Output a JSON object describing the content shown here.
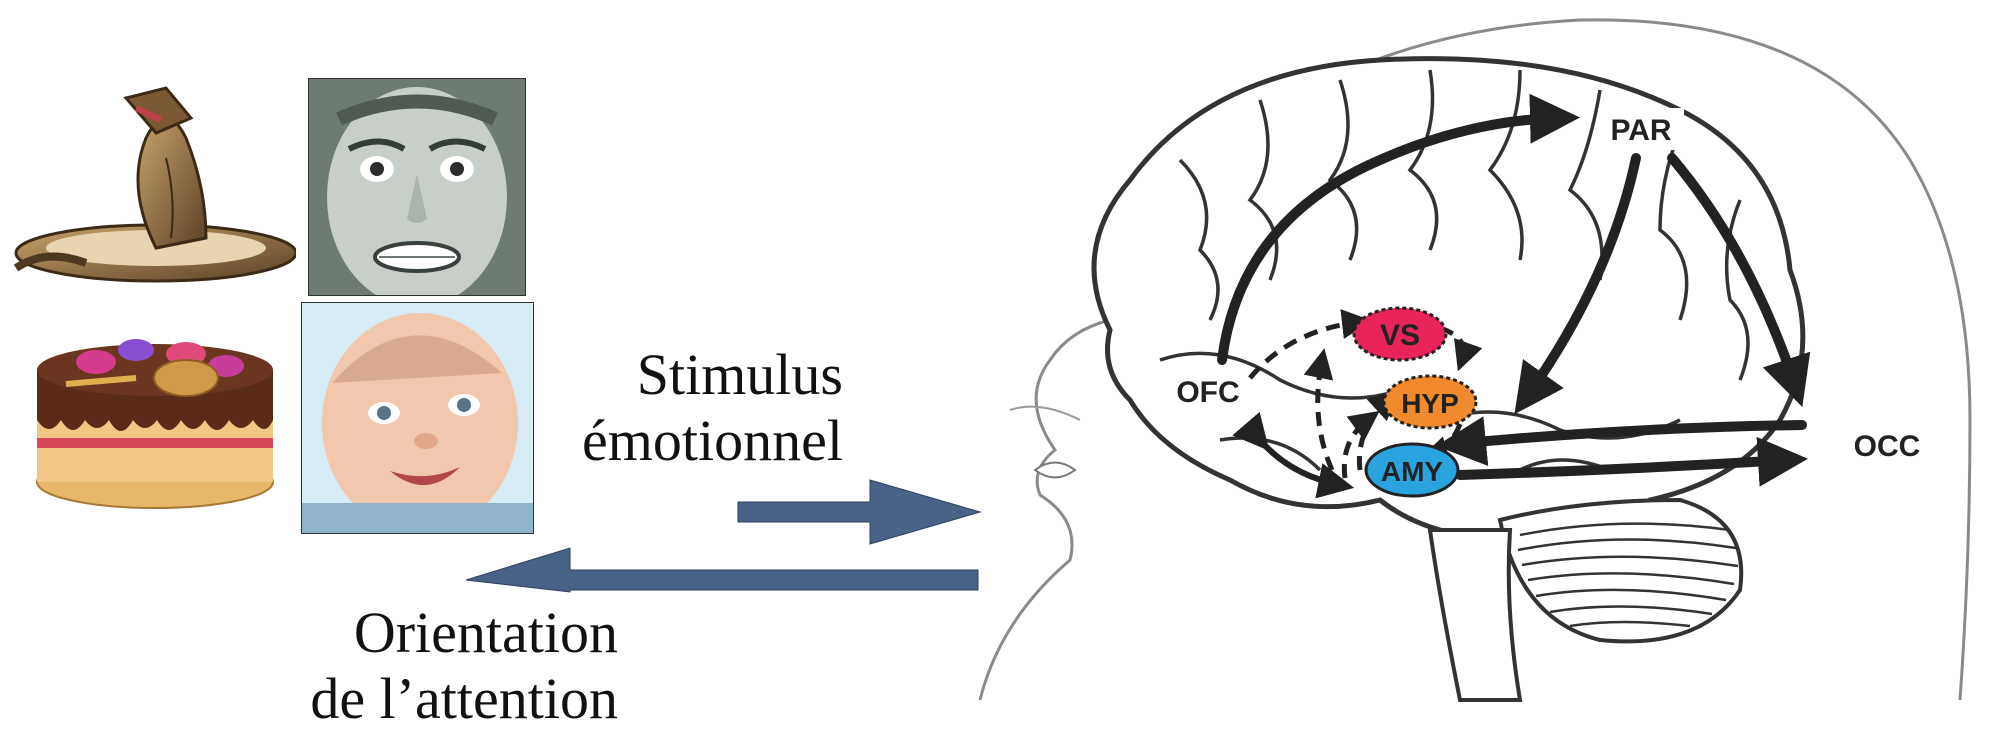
{
  "stimuli": {
    "snake": "snake-icon",
    "fearful_face": "fearful-face-photo",
    "cake": "cake-icon",
    "baby_face": "smiling-baby-photo"
  },
  "captions": {
    "stimulus_line1": "Stimulus",
    "stimulus_line2": "émotionnel",
    "orientation_line1": "Orientation",
    "orientation_line2": "de l’attention"
  },
  "arrows_color": "#4a6188",
  "brain": {
    "regions": {
      "ofc": "OFC",
      "vs": "VS",
      "hyp": "HYP",
      "amy": "AMY",
      "par": "PAR",
      "occ": "OCC"
    },
    "region_colors": {
      "vs": "#e8245a",
      "hyp": "#f08a2c",
      "amy": "#2aa4de"
    }
  }
}
